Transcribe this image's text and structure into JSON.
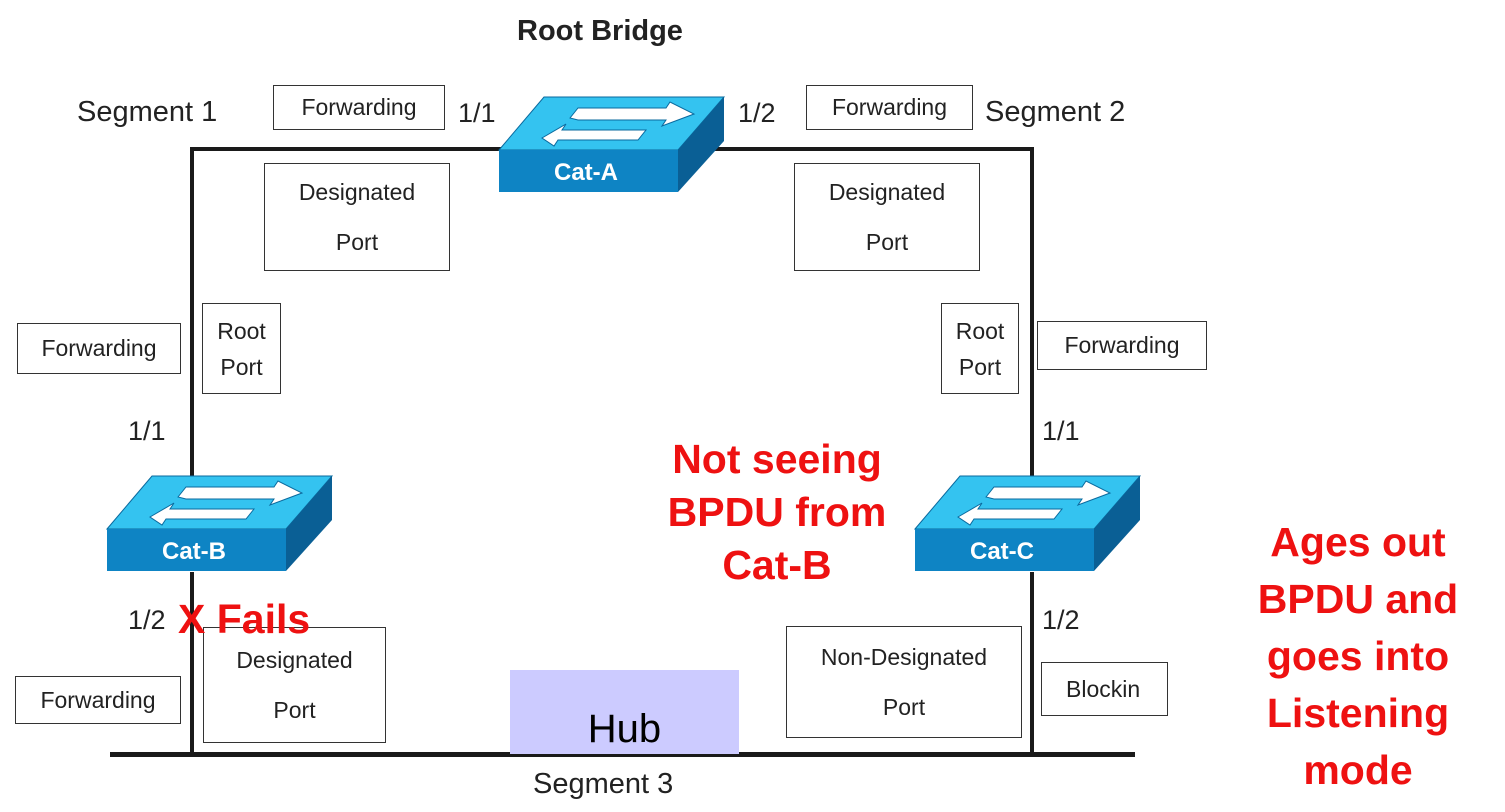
{
  "title": "Root Bridge",
  "switches": {
    "a": "Cat-A",
    "b": "Cat-B",
    "c": "Cat-C"
  },
  "segments": {
    "seg1": "Segment 1",
    "seg2": "Segment 2",
    "seg3": "Segment 3"
  },
  "ports": {
    "a_left": "1/1",
    "a_right": "1/2",
    "b_top": "1/1",
    "b_bottom": "1/2",
    "c_top": "1/1",
    "c_bottom": "1/2"
  },
  "states": {
    "a_left": "Forwarding",
    "a_right": "Forwarding",
    "b_top": "Forwarding",
    "b_bottom": "Forwarding",
    "c_top": "Forwarding",
    "c_bottom": "Blockin"
  },
  "roles": {
    "a_left": [
      "Designated",
      "Port"
    ],
    "a_right": [
      "Designated",
      "Port"
    ],
    "b_top": [
      "Root",
      "Port"
    ],
    "c_top": [
      "Root",
      "Port"
    ],
    "b_bottom": [
      "Designated",
      "Port"
    ],
    "c_bottom": [
      "Non-Designated",
      "Port"
    ]
  },
  "hub": "Hub",
  "annotations": {
    "fails": "X Fails",
    "not_seeing": [
      "Not seeing",
      "BPDU from",
      "Cat-B"
    ],
    "ages_out": [
      "Ages out",
      "BPDU and",
      "goes into",
      "Listening",
      "mode"
    ]
  },
  "colors": {
    "annotation": "#ee1111",
    "switch_top": "#34c3f0",
    "switch_front": "#0e84c4",
    "switch_side": "#0a5f95",
    "hub": "#cccbff"
  }
}
